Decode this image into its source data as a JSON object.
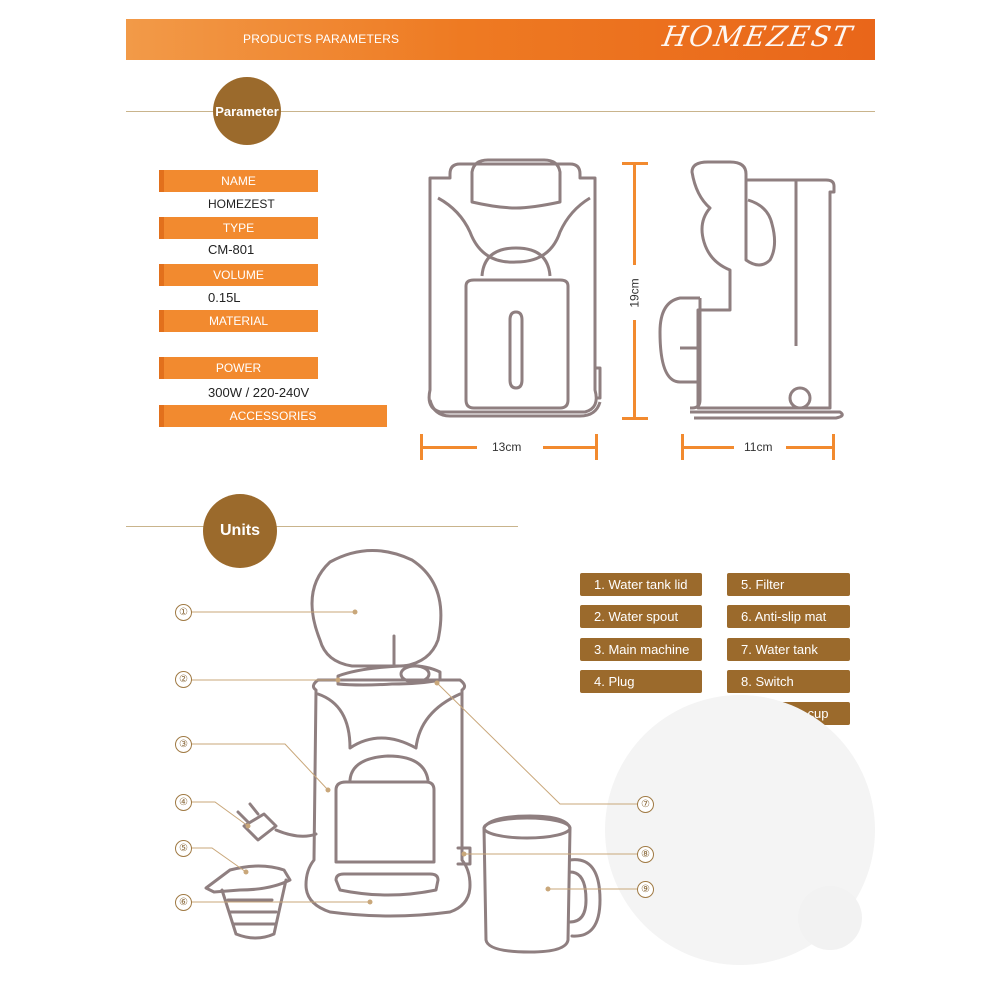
{
  "banner": {
    "title": "PRODUCTS PARAMETERS",
    "brand": "HOMEZEST"
  },
  "sections": {
    "parameter": "Parameter",
    "units": "Units"
  },
  "params": [
    {
      "label": "NAME",
      "value": "HOMEZEST"
    },
    {
      "label": "TYPE",
      "value": "CM-801"
    },
    {
      "label": "VOLUME",
      "value": "0.15L"
    },
    {
      "label": "MATERIAL",
      "value": ""
    },
    {
      "label": "POWER",
      "value": "300W / 220-240V"
    },
    {
      "label": "ACCESSORIES",
      "value": ""
    }
  ],
  "dimensions": {
    "width_front": "13cm",
    "height": "19cm",
    "width_side": "11cm"
  },
  "units": [
    "1. Water tank lid",
    "2. Water spout",
    "3. Main machine",
    "4. Plug",
    "5. Filter",
    "6. Anti-slip mat",
    "7. Water tank",
    "8.  Switch",
    "9.  Ceramic cup"
  ],
  "callouts": [
    "①",
    "②",
    "③",
    "④",
    "⑤",
    "⑥",
    "⑦",
    "⑧",
    "⑨"
  ],
  "colors": {
    "accent": "#f28a2f",
    "brown": "#9b6a2c",
    "line": "#c9b48c"
  }
}
